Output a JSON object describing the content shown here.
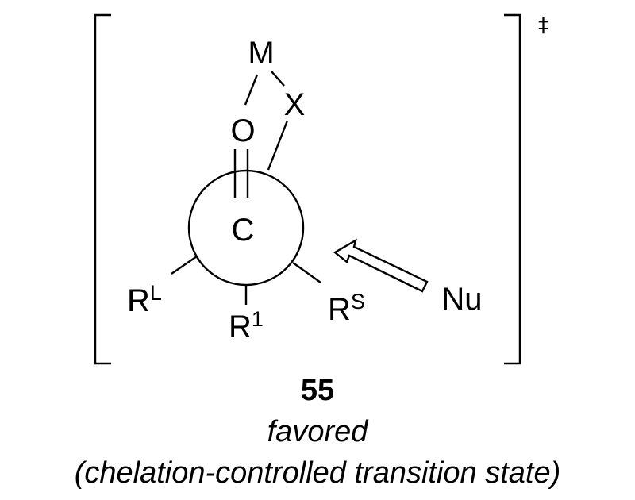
{
  "atoms": {
    "metal": "M",
    "heteroatom": "X",
    "oxygen": "O",
    "carbon": "C",
    "nucleophile": "Nu"
  },
  "substituents": {
    "large": {
      "symbol": "R",
      "superscript": "L"
    },
    "one": {
      "symbol": "R",
      "superscript": "1"
    },
    "small": {
      "symbol": "R",
      "superscript": "S"
    }
  },
  "transition_state_symbol": "‡",
  "caption": {
    "compound_number": "55",
    "status": "favored",
    "description": "(chelation-controlled transition state)"
  }
}
